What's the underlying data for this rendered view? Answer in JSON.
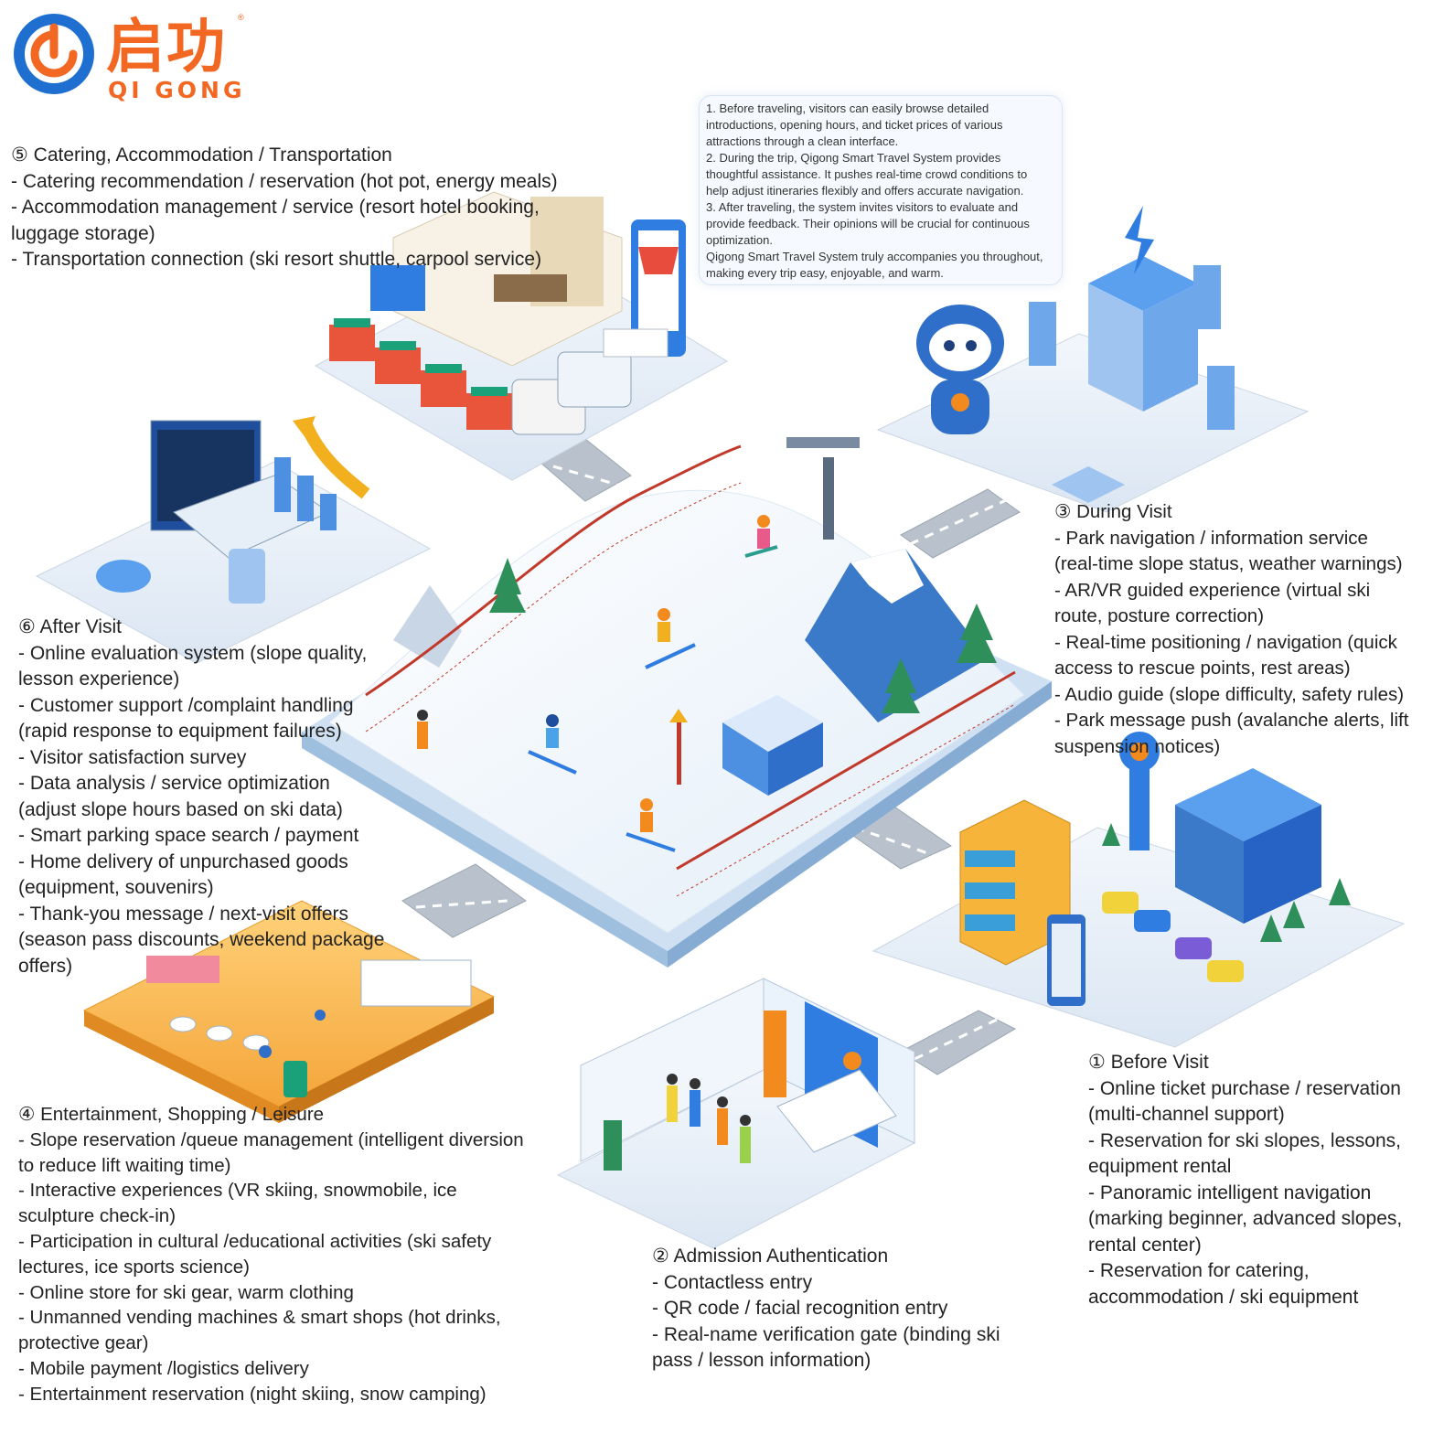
{
  "logo": {
    "cn": "启功",
    "en": "QI GONG",
    "reg": "®",
    "brand_color": "#f26722",
    "ring_color": "#1f6fd1"
  },
  "bubble": {
    "lines": [
      "1. Before traveling, visitors can easily browse detailed",
      "introductions, opening hours, and ticket prices of various",
      "attractions through a clean interface.",
      "2. During the trip, Qigong Smart Travel System provides",
      "thoughtful assistance. It pushes real-time crowd conditions to",
      "help adjust itineraries flexibly and offers accurate navigation.",
      "3. After traveling, the system invites visitors to evaluate and",
      "provide feedback. Their opinions will be crucial for continuous",
      "optimization.",
      "Qigong Smart Travel System truly accompanies you throughout,",
      "making every trip easy, enjoyable, and warm."
    ]
  },
  "sections": {
    "catering": {
      "title": "⑤ Catering, Accommodation / Transportation",
      "lines": [
        "- Catering recommendation / reservation (hot pot, energy meals)",
        "- Accommodation management / service (resort hotel booking,",
        "luggage storage)",
        "- Transportation connection (ski resort shuttle, carpool service)"
      ]
    },
    "during": {
      "title": "③ During Visit",
      "lines": [
        "- Park navigation / information service",
        "(real-time slope status, weather warnings)",
        "- AR/VR guided experience (virtual ski",
        "route, posture correction)",
        "- Real-time positioning / navigation (quick",
        "access to rescue points, rest areas)",
        "- Audio guide (slope difficulty, safety rules)",
        "- Park message push (avalanche alerts, lift",
        "suspension notices)"
      ]
    },
    "after": {
      "title": "⑥ After Visit",
      "lines": [
        "- Online evaluation system (slope quality,",
        "lesson experience)",
        "- Customer support /complaint handling",
        "(rapid response to equipment failures)",
        "- Visitor satisfaction survey",
        "- Data analysis / service optimization",
        "(adjust slope hours based on ski data)",
        "- Smart parking space search / payment",
        "- Home delivery of unpurchased goods",
        "(equipment, souvenirs)",
        "- Thank-you message / next-visit offers",
        "(season pass discounts, weekend package",
        "offers)"
      ]
    },
    "entertainment": {
      "title": "④ Entertainment, Shopping / Leisure",
      "lines": [
        "- Slope reservation /queue management (intelligent diversion",
        "to reduce lift waiting time)",
        "- Interactive experiences (VR skiing, snowmobile, ice",
        "sculpture check-in)",
        "- Participation in cultural /educational activities (ski safety",
        "lectures, ice sports science)",
        "- Online store for ski gear, warm clothing",
        "- Unmanned vending machines & smart shops (hot drinks,",
        "protective gear)",
        "- Mobile payment /logistics delivery",
        "- Entertainment reservation (night skiing, snow camping)"
      ]
    },
    "admission": {
      "title": "② Admission Authentication",
      "lines": [
        "- Contactless entry",
        "- QR code / facial recognition entry",
        "- Real-name verification gate (binding ski",
        "pass / lesson information)"
      ]
    },
    "before": {
      "title": "① Before Visit",
      "lines": [
        "- Online ticket purchase / reservation",
        "(multi-channel support)",
        "- Reservation for ski slopes, lessons,",
        "equipment rental",
        "- Panoramic intelligent navigation",
        "(marking beginner, advanced slopes,",
        "rental center)",
        "- Reservation for catering,",
        "accommodation / ski equipment"
      ]
    }
  },
  "colors": {
    "primary_blue": "#2f7de1",
    "light_blue": "#dbe9fb",
    "orange": "#f28a1e",
    "net_red": "#c0392b",
    "snow": "#f4f8fc"
  }
}
